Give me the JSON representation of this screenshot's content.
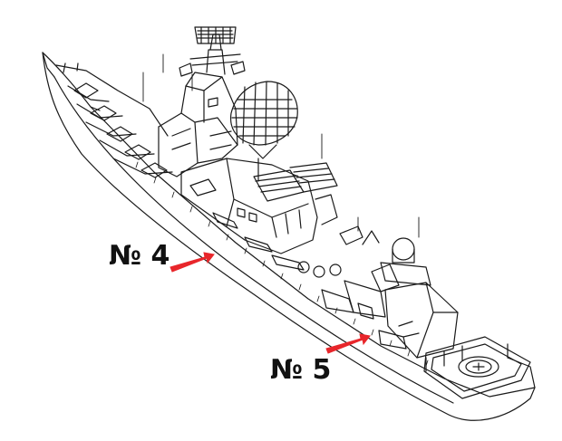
{
  "callouts": [
    {
      "id": "4",
      "text": "№ 4"
    },
    {
      "id": "5",
      "text": "№ 5"
    }
  ],
  "colors": {
    "line": "#1a1a1a",
    "arrow": "#e8262b",
    "background": "#ffffff"
  }
}
